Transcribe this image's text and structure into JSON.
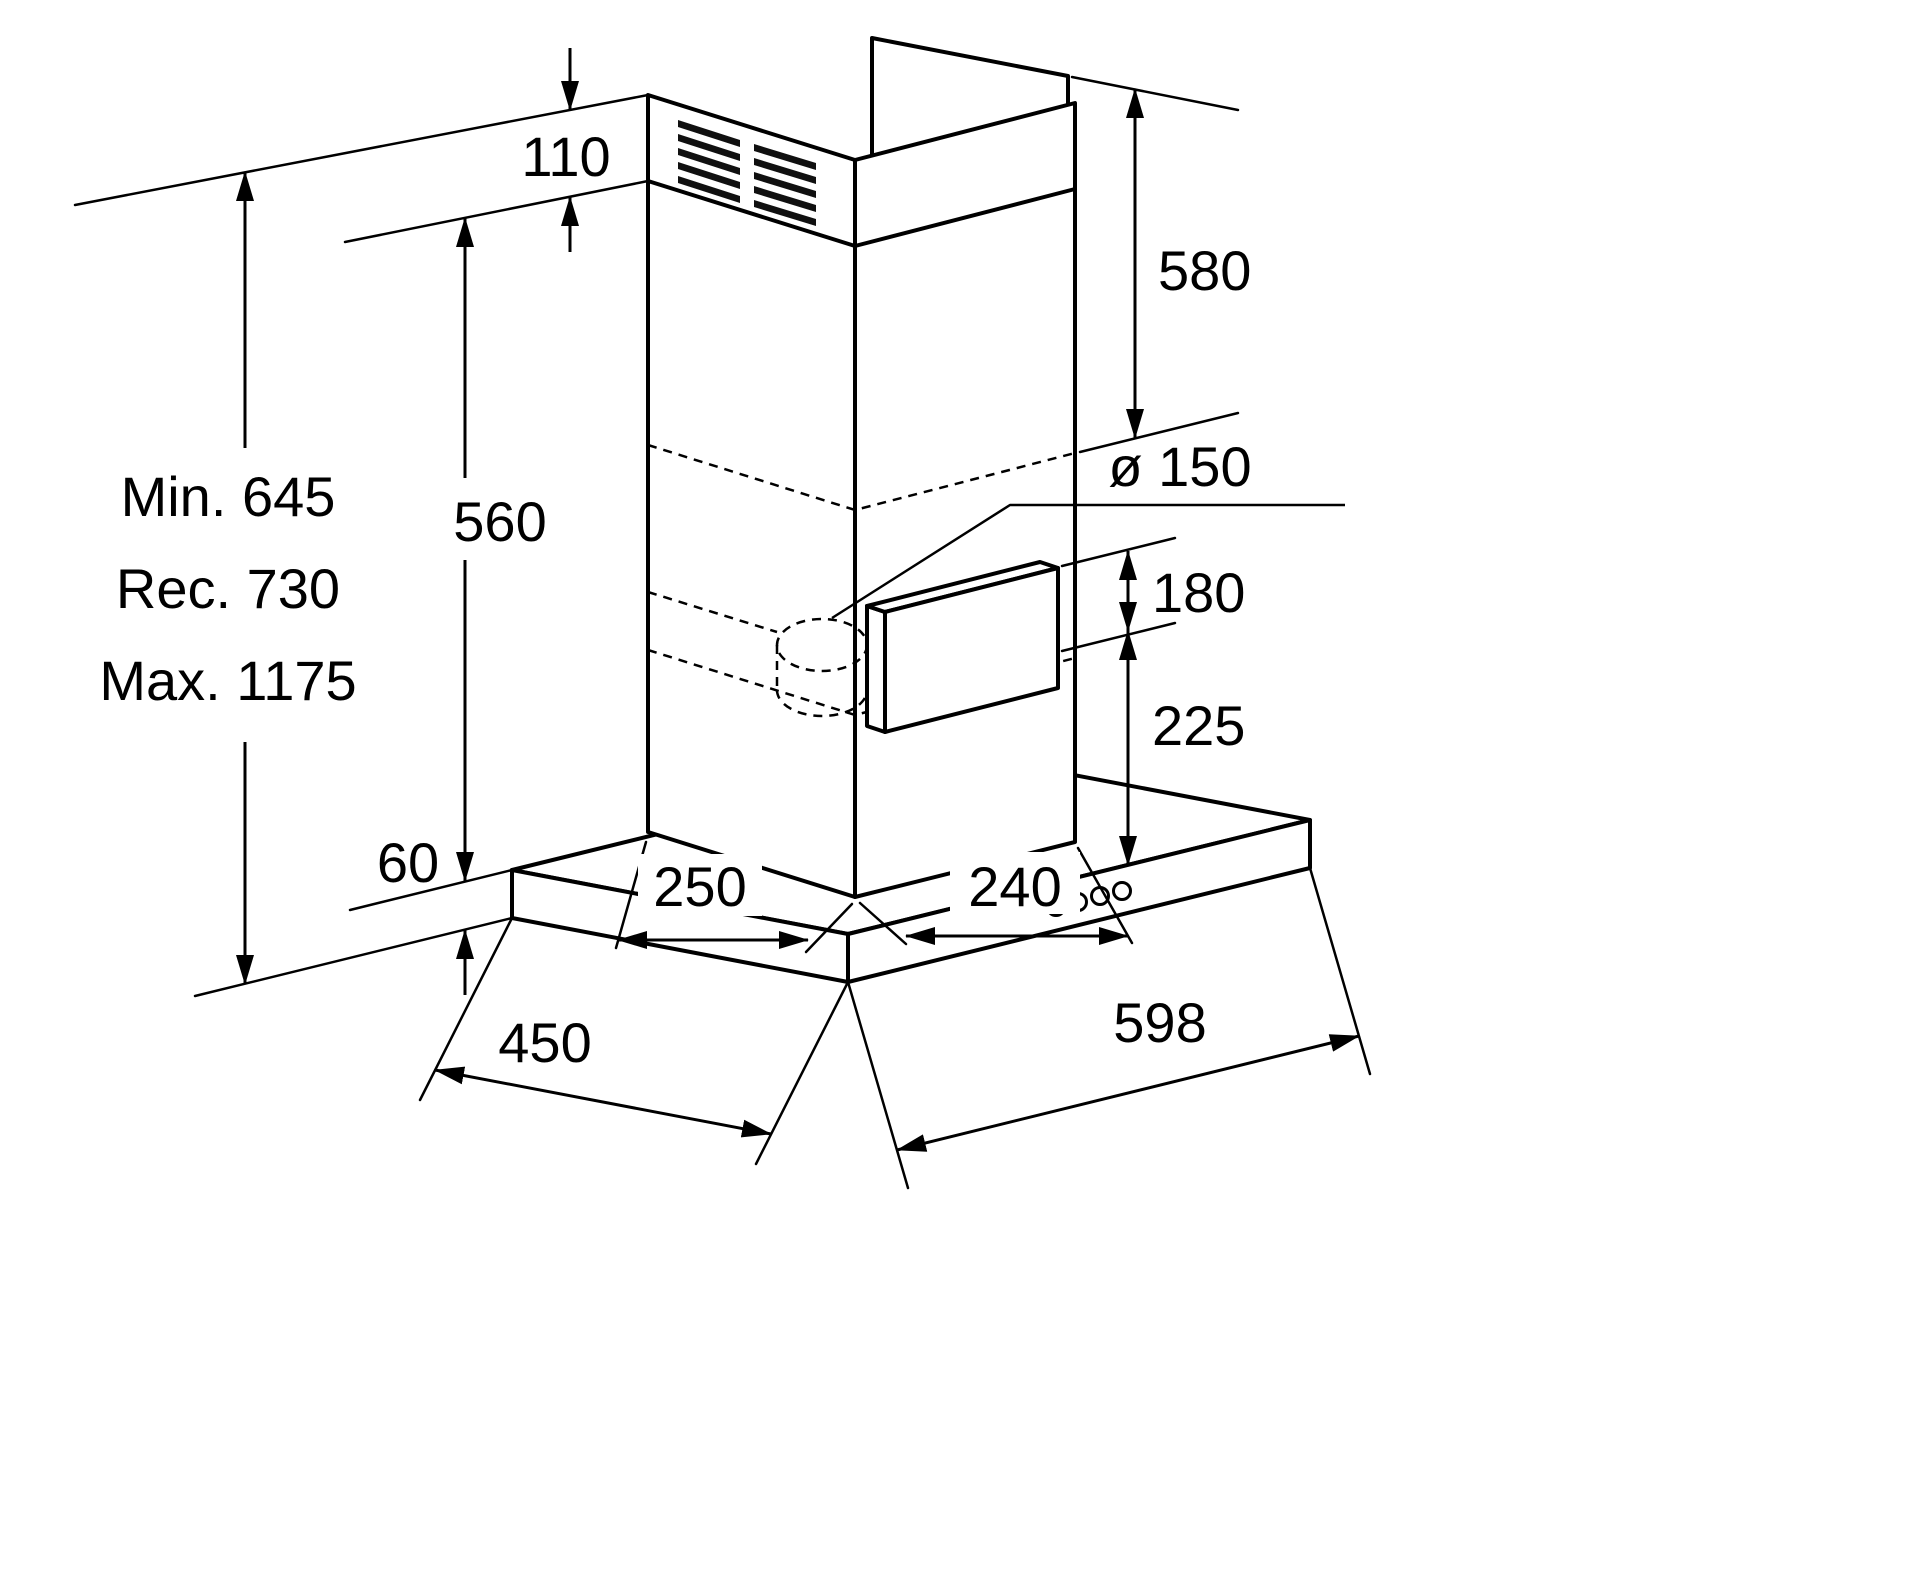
{
  "diagram": {
    "subject": "cooker-hood-installation-dimensions",
    "labels": {
      "top_section_height": "110",
      "upper_flue_height": "580",
      "lower_flue_height": "560",
      "height_min": "Min. 645",
      "height_rec": "Rec. 730",
      "height_max": "Max. 1175",
      "duct_diameter": "ø 150",
      "outlet_offset_top": "180",
      "outlet_offset_bottom": "225",
      "canopy_thickness": "60",
      "chimney_depth": "250",
      "chimney_width": "240",
      "canopy_width": "598",
      "canopy_depth": "450"
    }
  }
}
